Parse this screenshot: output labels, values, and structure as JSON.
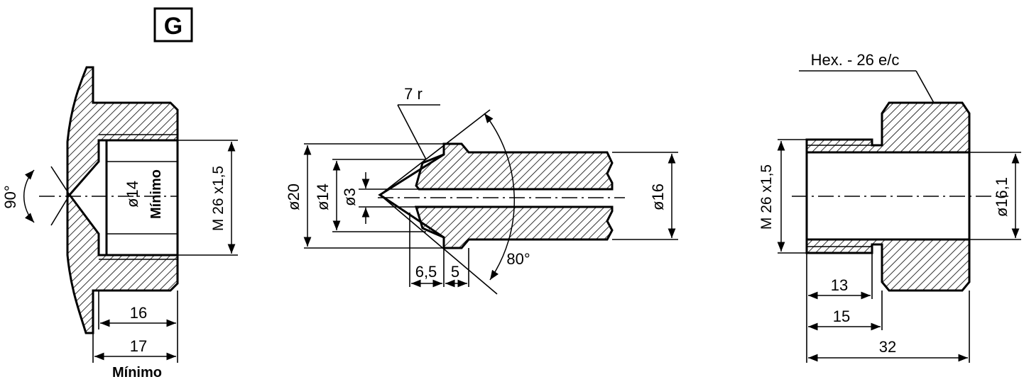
{
  "badge": {
    "letter": "G"
  },
  "left_view": {
    "angle": "90°",
    "bore_diameter": "ø14",
    "bore_note": "Mínimo",
    "thread": "M 26 x1,5",
    "dim_inner": "16",
    "dim_outer": "17",
    "dim_outer_note": "Mínimo"
  },
  "middle_view": {
    "radius": "7 r",
    "dia_outer": "ø20",
    "dia_mid": "ø14",
    "dia_hole": "ø3",
    "dia_shank": "ø16",
    "angle": "80°",
    "len_a": "6,5",
    "len_b": "5"
  },
  "right_view": {
    "hex": "Hex. - 26 e/c",
    "thread": "M 26 x1,5",
    "bore": "ø16,1",
    "len_a": "13",
    "len_b": "15",
    "len_total": "32"
  }
}
